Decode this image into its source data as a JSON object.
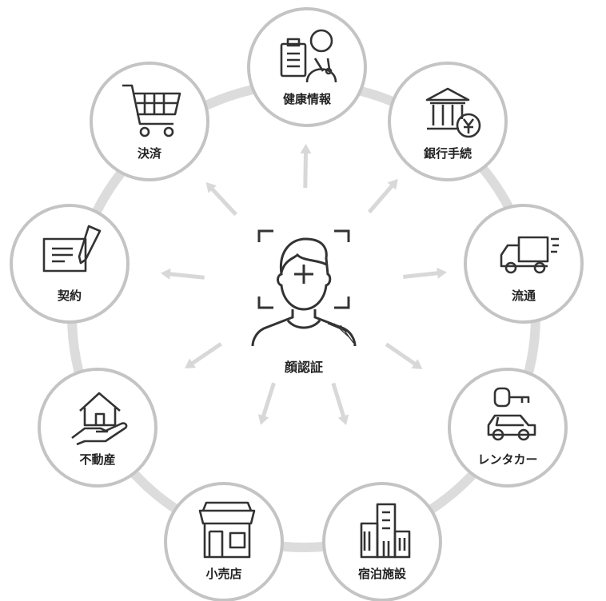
{
  "center": {
    "label": "顔認証",
    "icon": "face-recognition-icon"
  },
  "nodes": [
    {
      "label": "健康情報",
      "icon": "doctor-clipboard-icon"
    },
    {
      "label": "銀行手続",
      "icon": "bank-yen-icon"
    },
    {
      "label": "流通",
      "icon": "delivery-truck-icon"
    },
    {
      "label": "レンタカー",
      "icon": "car-key-icon"
    },
    {
      "label": "宿泊施設",
      "icon": "hotel-building-icon"
    },
    {
      "label": "小売店",
      "icon": "storefront-icon"
    },
    {
      "label": "不動産",
      "icon": "house-hand-icon"
    },
    {
      "label": "契約",
      "icon": "contract-pen-icon"
    },
    {
      "label": "決済",
      "icon": "shopping-cart-icon"
    }
  ],
  "colors": {
    "ring": "#dcdcdc",
    "node_border": "#c4c4c4",
    "arrow": "#d8d8d8",
    "icon": "#333333"
  }
}
